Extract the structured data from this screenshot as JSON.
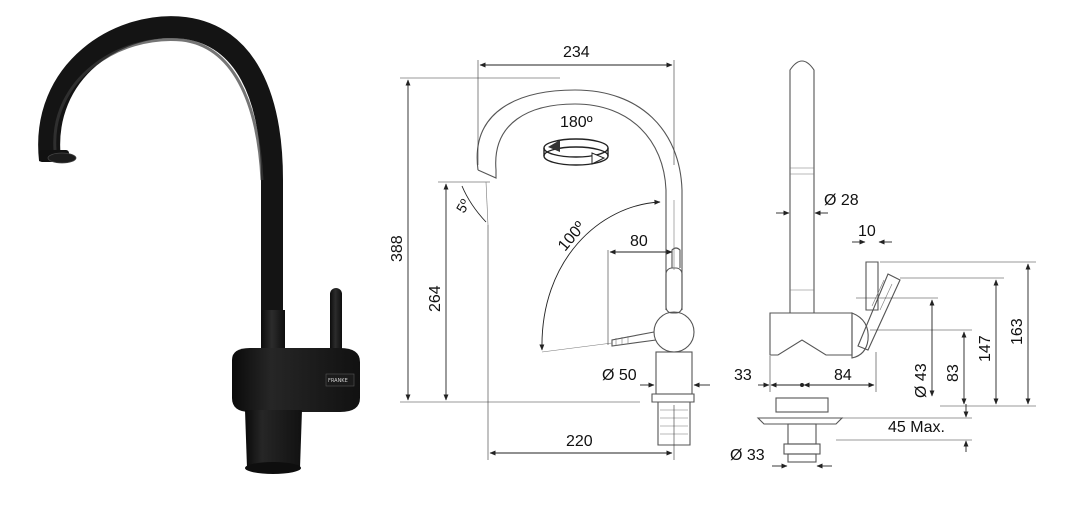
{
  "product_brand_mark": "FRANKE",
  "front_view": {
    "width_top": "234",
    "rotation": "180º",
    "tilt": "5º",
    "lever_angle": "100º",
    "height_total": "388",
    "height_spout": "264",
    "lever_reach": "80",
    "base_dia": "Ø 50",
    "reach": "220"
  },
  "side_view": {
    "body_dia": "Ø 28",
    "lever_dia": "10",
    "height_lever": "163",
    "height_body": "147",
    "height_base": "83",
    "shank_dia": "Ø 43",
    "left_offset": "33",
    "right_offset": "84",
    "max_thickness": "45 Max.",
    "hole_dia": "Ø 33"
  },
  "colors": {
    "tap_body": "#141414",
    "tap_highlight": "#3a3a3a",
    "lines": "#222222"
  }
}
